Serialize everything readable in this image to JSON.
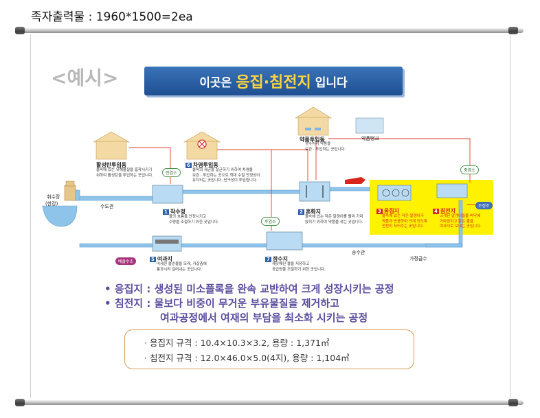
{
  "header": "족자출력물 : 1960*1500=2ea",
  "example_label": "<예시>",
  "title": {
    "pre": "이곳은",
    "main": "응집·침전지",
    "post": "입니다"
  },
  "diagram": {
    "intake": "취수장",
    "intake_sub": "(한강)",
    "conduit": "수도관",
    "carbon_building": "활성탄투입동",
    "carbon_desc": [
      "물속에 있는 유해물질을 흡착시키기",
      "위하여 활성탄을 투입하는 곳입니다."
    ],
    "chlorine_building": "차염투입동",
    "chlorine_num": "6",
    "chlorine_desc": [
      "물속의 세균을 살균하기 위하여 차염을",
      "보관 · 투입하는 곳으로 최대 수질 안정성이",
      "유지되는 곳입니다. 단구성이 투입됩니다."
    ],
    "chem_building": "약품투입동",
    "chem_desc": [
      "정수처리 약품을",
      "보관 · 투입하는 곳입니다."
    ],
    "chem_tank": "약품탱크",
    "tag_pre_chlorine": "전염소",
    "tag_mid_chlorine": "중염소",
    "tag_post_chlorine": "후염소",
    "s1_num": "1",
    "s1": "착수정",
    "s1_desc": [
      "물의 흐름을 안정시키고",
      "수량을 조절하기 위한 곳입니다."
    ],
    "s2_num": "2",
    "s2": "혼화지",
    "s2_desc": [
      "물속에 있는 작은 알갱이를 빨리 가라",
      "앉히기 위하여 약품을 섞는 곳입니다."
    ],
    "s3_num": "3",
    "s3": "응집지",
    "s3_desc": [
      "물속에 있는 작은 알갱이가",
      "약품과 반응하여 크게 되도록",
      "천천히 저어주는 곳입니다."
    ],
    "s4_num": "4",
    "s4": "침전지",
    "s4_desc": [
      "크게된 알갱이들을 바닥에",
      "가라앉히고 맑은 물을",
      "여과지로 보내는 곳입니다."
    ],
    "s5_num": "5",
    "s5": "여과지",
    "s5_desc": [
      "미세한 불순물을 모래, 자갈층에",
      "통과시켜 걸러내는 곳입니다."
    ],
    "s7_num": "7",
    "s7": "정수지",
    "s7_desc": [
      "깨끗해진 물을 저장하고",
      "공급량을 조절하기 위한 곳입니다."
    ],
    "tag_control": "조정조",
    "tag_distribution": "배출수조",
    "water_pipe": "송수관",
    "household": "가정급수"
  },
  "bullets": {
    "line1": "응집지 : 생성된 미소플록을 완속 교반하여 크게 성장시키는 공정",
    "line2": "침전지 : 물보다 비중이 무거운 부유물질을 제거하고",
    "line3": "여과공정에서 여재의 부담을 최소화 시키는 공정"
  },
  "specs": {
    "line1": "· 응집지 규격 : 10.4×10.3×3.2, 용량 : 1,371㎥",
    "line2": "· 침전지 규격 : 12.0×46.0×5.0(4지), 용량 : 1,104㎥"
  },
  "colors": {
    "title_bg": "#1e4f92",
    "title_accent": "#ffd43b",
    "highlight": "#fff200",
    "text_purple": "#5a4ea0",
    "pipe_red": "#e0392d",
    "water": "#8fc4ea"
  }
}
